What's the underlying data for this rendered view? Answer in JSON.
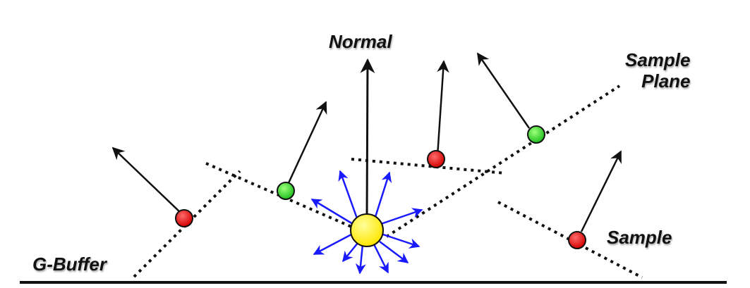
{
  "labels": {
    "normal": "Normal",
    "sample_plane_line1": "Sample",
    "sample_plane_line2": "Plane",
    "sample": "Sample",
    "g_buffer": "G-Buffer"
  },
  "colors": {
    "ink": "#111111",
    "red_sample": "#e01010",
    "green_sample": "#22cc22",
    "center_point": "#ffee00",
    "hemisphere_vectors": "#1a1aff"
  },
  "markers": {
    "red_sample_count": 3,
    "green_sample_count": 2,
    "center_point_count": 1,
    "blue_vector_count": 10
  }
}
